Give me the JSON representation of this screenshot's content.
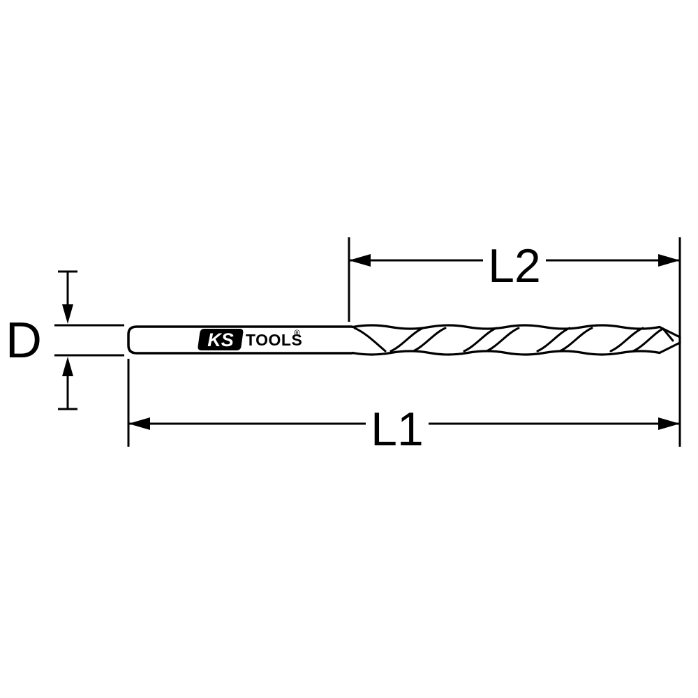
{
  "diagram": {
    "name": "drill-bit-dimension-diagram",
    "labels": {
      "diameter": "D",
      "total_length": "L1",
      "flute_length": "L2"
    },
    "logo": {
      "left": "KS",
      "right": "TOOLS",
      "registered": "®"
    },
    "colors": {
      "line": "#000000",
      "background": "#ffffff",
      "logo_box": "#000000",
      "logo_text": "#ffffff"
    }
  }
}
